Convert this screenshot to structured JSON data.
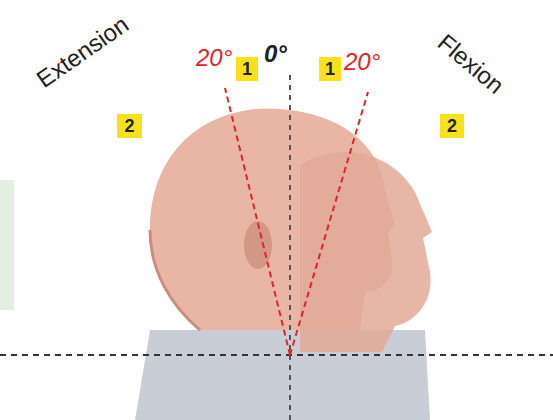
{
  "diagram": {
    "nodes": [
      {
        "text": [
          "1"
        ]
      },
      {
        "text": [
          "1"
        ]
      },
      {
        "text": [
          "2"
        ]
      },
      {
        "text": [
          "2"
        ]
      }
    ],
    "labels": [
      "Extension",
      "20°",
      "0°",
      "20°",
      "Flexion"
    ]
  }
}
